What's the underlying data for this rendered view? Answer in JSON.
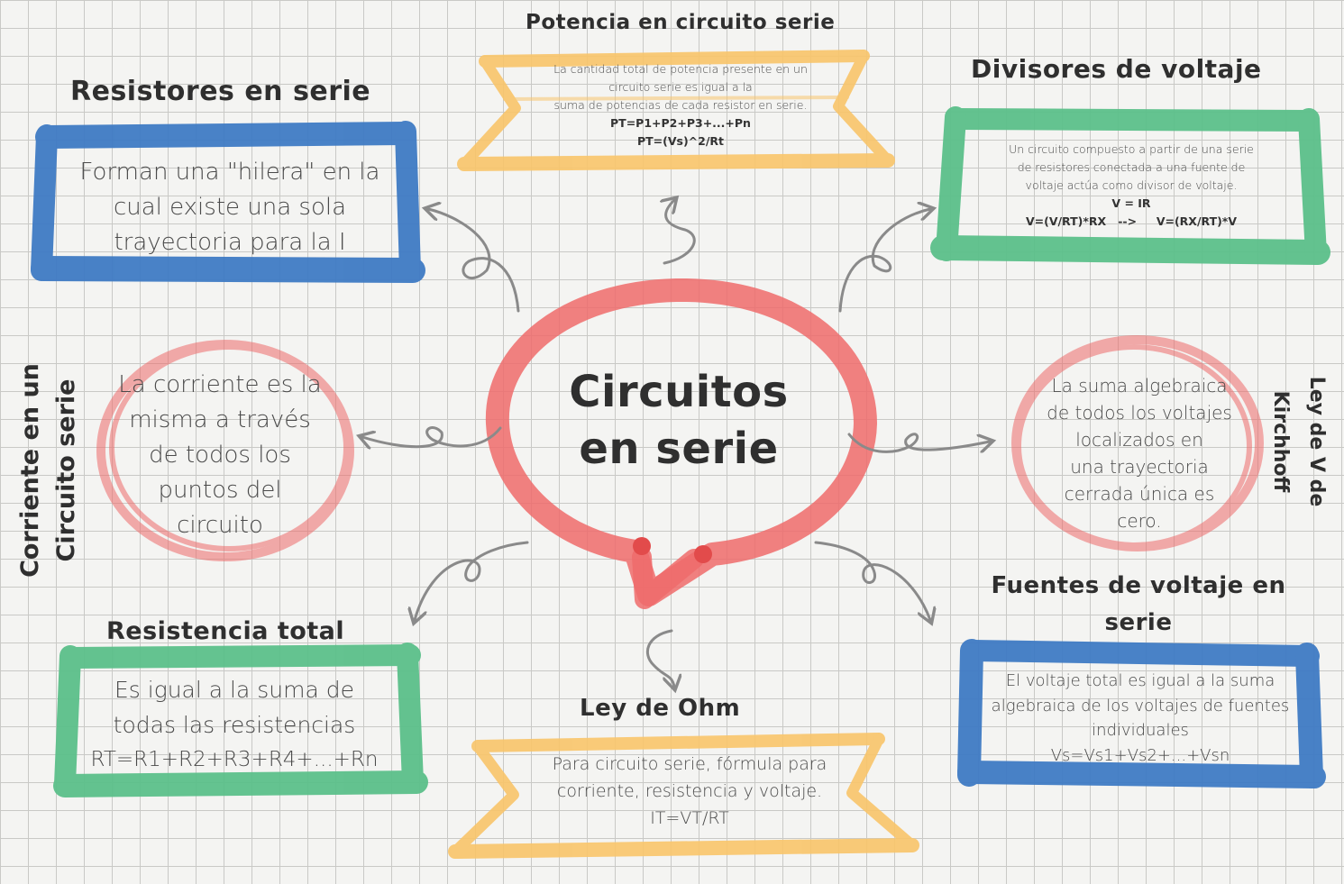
{
  "center": {
    "line1": "Circuitos",
    "line2": "en serie"
  },
  "nodes": {
    "resistores": {
      "title": "Resistores en serie",
      "lines": [
        "Forman una \"hilera\" en la",
        "cual existe una sola",
        "trayectoria para la I"
      ]
    },
    "potencia": {
      "title": "Potencia en circuito serie",
      "lines": [
        "La cantidad total de potencia presente en un",
        "circuito  serie es igual a la",
        "suma de potencias de cada resistor en serie."
      ],
      "formulas": [
        "PT=P1+P2+P3+...+Pn",
        "PT=(Vs)^2/Rt"
      ]
    },
    "divisores": {
      "title": "Divisores de voltaje",
      "lines": [
        "Un circuito compuesto a partir de una serie",
        "de resistores conectada a una fuente de",
        "voltaje actúa como divisor de voltaje."
      ],
      "formulas": [
        "V = IR",
        "V=(V/RT)*RX   -->     V=(RX/RT)*V"
      ]
    },
    "corriente": {
      "title_line1": "Corriente en un",
      "title_line2": "Circuito serie",
      "lines": [
        "La corriente es la",
        "misma a través",
        "de todos los",
        "puntos del",
        "circuito"
      ]
    },
    "kirchhoff": {
      "title_line1": "Ley de V de",
      "title_line2": "Kirchhoff",
      "lines": [
        "La suma algebraica",
        "de todos los voltajes",
        "localizados en",
        "una trayectoria",
        "cerrada única es",
        "cero."
      ]
    },
    "resistencia_total": {
      "title": "Resistencia total",
      "lines": [
        "Es igual a la suma de",
        "todas las resistencias",
        "RT=R1+R2+R3+R4+...+Rn"
      ]
    },
    "ohm": {
      "title": "Ley de Ohm",
      "lines": [
        "Para circuito serie, fórmula para",
        "corriente, resistencia y voltaje.",
        "IT=VT/RT"
      ]
    },
    "fuentes": {
      "title_line1": "Fuentes de voltaje en",
      "title_line2": "serie",
      "lines": [
        "El voltaje total es igual a la suma",
        "algebraica de los voltajes de fuentes",
        "individuales",
        "Vs=Vs1+Vs2+...+Vsn"
      ]
    }
  },
  "colors": {
    "blue": "#3f7bc4",
    "green": "#5cc08a",
    "red": "#ee6b6b",
    "yellow": "#f9c56a",
    "arrow": "#8a8a8a"
  }
}
